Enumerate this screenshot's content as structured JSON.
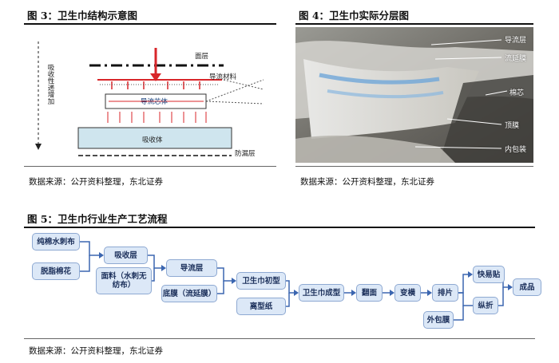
{
  "fig3": {
    "title": "图 3：卫生巾结构示意图",
    "labels": {
      "top_layer": "面层",
      "diversion": "导流材料",
      "core": "导流芯体",
      "absorber": "吸收体",
      "leakproof": "防漏层",
      "side": "吸收性递增加"
    },
    "source": "数据来源：公开资料整理，东北证券"
  },
  "fig4": {
    "title": "图 4：卫生巾实际分层图",
    "labels": {
      "l1": "导流层",
      "l2": "流延膜",
      "l3": "棉芯",
      "l4": "顶膜",
      "l5": "内包装"
    },
    "source": "数据来源：公开资料整理，东北证券"
  },
  "fig5": {
    "title": "图 5：卫生巾行业生产工艺流程",
    "nodes": {
      "n1": "纯棉水刺布",
      "n2": "脱脂棉花",
      "n3": "吸收层",
      "n4": "面料（水刺无纺布）",
      "n5": "导流层",
      "n6": "底膜（流延膜）",
      "n7": "卫生巾初型",
      "n8": "离型纸",
      "n9": "卫生巾成型",
      "n10": "翻面",
      "n11": "变横",
      "n12": "排片",
      "n13": "外包膜",
      "n14": "快易贴",
      "n15": "纵折",
      "n16": "成品"
    },
    "source": "数据来源：公开资料整理，东北证券"
  }
}
